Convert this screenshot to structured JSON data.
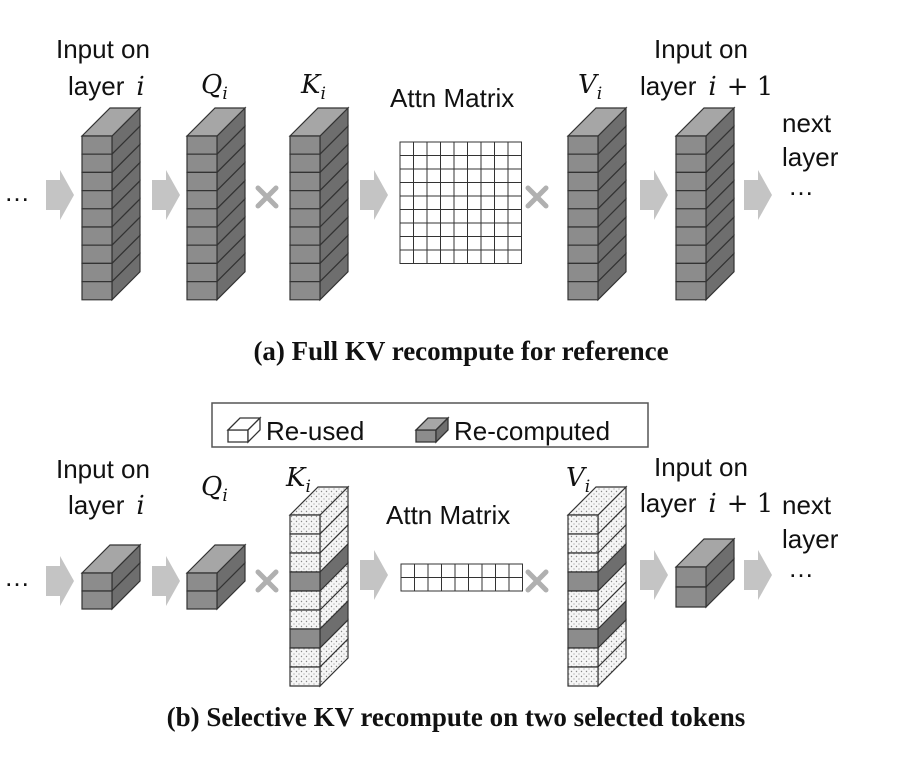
{
  "panel_a": {
    "input_label_line1": "Input on",
    "input_label_line2": "layer",
    "input_label_var": "i",
    "q_label": "Q",
    "q_sub": "i",
    "k_label": "K",
    "k_sub": "i",
    "attn_label": "Attn Matrix",
    "v_label": "V",
    "v_sub": "i",
    "next_input_line1": "Input on",
    "next_input_line2": "layer",
    "next_input_var": "i",
    "next_input_plus": "+ 1",
    "next_layer_line1": "next",
    "next_layer_line2": "layer",
    "ellipsis_left": "…",
    "ellipsis_right": "…",
    "caption": "(a) Full KV recompute for reference"
  },
  "legend": {
    "reused": "Re-used",
    "recomputed": "Re-computed"
  },
  "panel_b": {
    "input_label_line1": "Input on",
    "input_label_line2": "layer",
    "input_label_var": "i",
    "q_label": "Q",
    "q_sub": "i",
    "k_label": "K",
    "k_sub": "i",
    "attn_label": "Attn Matrix",
    "v_label": "V",
    "v_sub": "i",
    "next_input_line1": "Input on",
    "next_input_line2": "layer",
    "next_input_var": "i",
    "next_input_plus": "+ 1",
    "next_layer_line1": "next",
    "next_layer_line2": "layer",
    "ellipsis_left": "…",
    "ellipsis_right": "…",
    "caption": "(b) Selective KV recompute on two selected tokens"
  },
  "colors": {
    "recomputed_front": "#8c8c8c",
    "recomputed_side": "#6e6e6e",
    "recomputed_top": "#a6a6a6",
    "reused_front": "#f4f4f4",
    "reused_side": "#e2e2e2",
    "arrow": "#c4c4c4",
    "cross": "#b0b0b0"
  }
}
